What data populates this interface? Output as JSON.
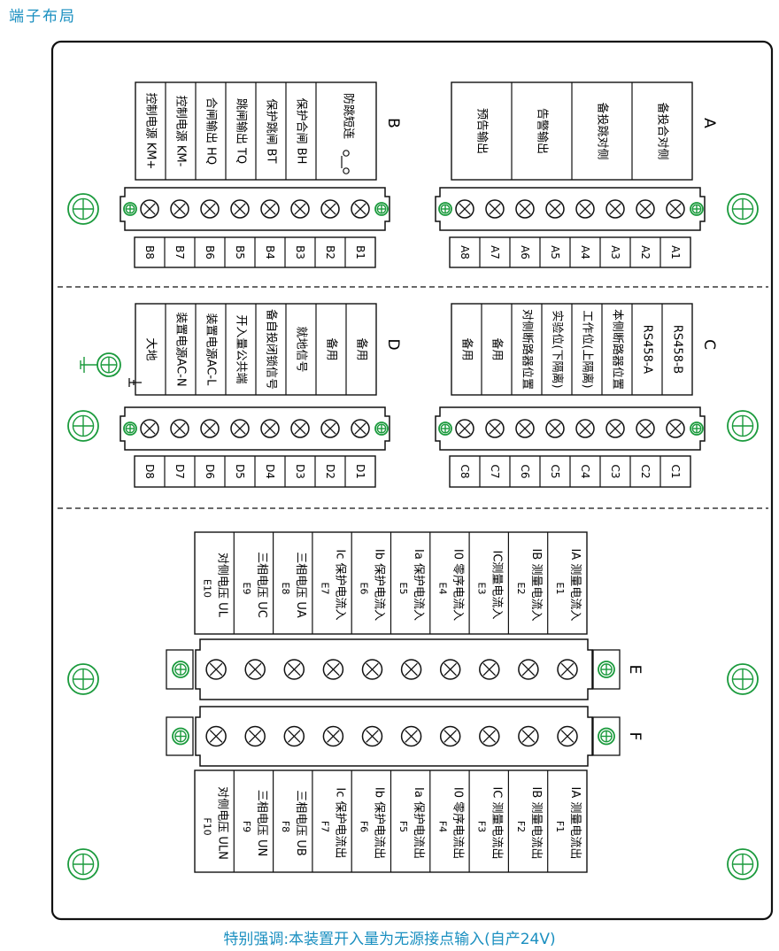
{
  "title": "端子布局",
  "footnote": "特别强调:本装置开入量为无源接点输入(自产24V)",
  "colors": {
    "accent": "#1a8fc0",
    "mount_green": "#1a9a3c",
    "line": "#111111"
  },
  "blocks": {
    "A": {
      "letter": "A",
      "labels": [
        "备投合对侧",
        "备投跳对侧",
        "告警输出",
        "预告输出"
      ],
      "terminals": [
        "A1",
        "A2",
        "A3",
        "A4",
        "A5",
        "A6",
        "A7",
        "A8"
      ]
    },
    "B": {
      "letter": "B",
      "labels": [
        "防跳短连",
        "保护合闸 BH",
        "保护跳闸 BT",
        "跳闸输出 TQ",
        "合闸输出 HQ",
        "控制电源 KM-",
        "控制电源 KM+"
      ],
      "terminals": [
        "B1",
        "B2",
        "B3",
        "B4",
        "B5",
        "B6",
        "B7",
        "B8"
      ]
    },
    "C": {
      "letter": "C",
      "labels": [
        "RS458-B",
        "RS458-A",
        "本侧断路器位置",
        "工作位(上隔离)",
        "实验位(下隔离)",
        "对侧断路器位置",
        "备用",
        "备用"
      ],
      "terminals": [
        "C1",
        "C2",
        "C3",
        "C4",
        "C5",
        "C6",
        "C7",
        "C8"
      ]
    },
    "D": {
      "letter": "D",
      "labels": [
        "备用",
        "备用",
        "就地信号",
        "备自投闭锁信号",
        "开入量公共端",
        "装置电源AC-L",
        "装置电源AC-N",
        "大地"
      ],
      "terminals": [
        "D1",
        "D2",
        "D3",
        "D4",
        "D5",
        "D6",
        "D7",
        "D8"
      ]
    },
    "E": {
      "letter": "E",
      "cells": [
        {
          "num": "E1",
          "text": "IA  测量电流入"
        },
        {
          "num": "E2",
          "text": "IB  测量电流入"
        },
        {
          "num": "E3",
          "text": "IC测量电流入"
        },
        {
          "num": "E4",
          "text": "I0  零序电流入"
        },
        {
          "num": "E5",
          "text": "Ia  保护电流入"
        },
        {
          "num": "E6",
          "text": "Ib  保护电流入"
        },
        {
          "num": "E7",
          "text": "Ic  保护电流入"
        },
        {
          "num": "E8",
          "text": "三相电压  UA"
        },
        {
          "num": "E9",
          "text": "三相电压  UC"
        },
        {
          "num": "E10",
          "text": "对侧电压  UL"
        }
      ]
    },
    "F": {
      "letter": "F",
      "cells": [
        {
          "num": "F1",
          "text": "IA  测量电流出"
        },
        {
          "num": "F2",
          "text": "IB  测量电流出"
        },
        {
          "num": "F3",
          "text": "IC  测量电流出"
        },
        {
          "num": "F4",
          "text": "I0  零序电流出"
        },
        {
          "num": "F5",
          "text": "Ia  保护电流出"
        },
        {
          "num": "F6",
          "text": "Ib  保护电流出"
        },
        {
          "num": "F7",
          "text": "Ic  保护电流出"
        },
        {
          "num": "F8",
          "text": "三相电压  UB"
        },
        {
          "num": "F9",
          "text": "三相电压  UN"
        },
        {
          "num": "F10",
          "text": "对侧电压  ULN"
        }
      ]
    }
  }
}
